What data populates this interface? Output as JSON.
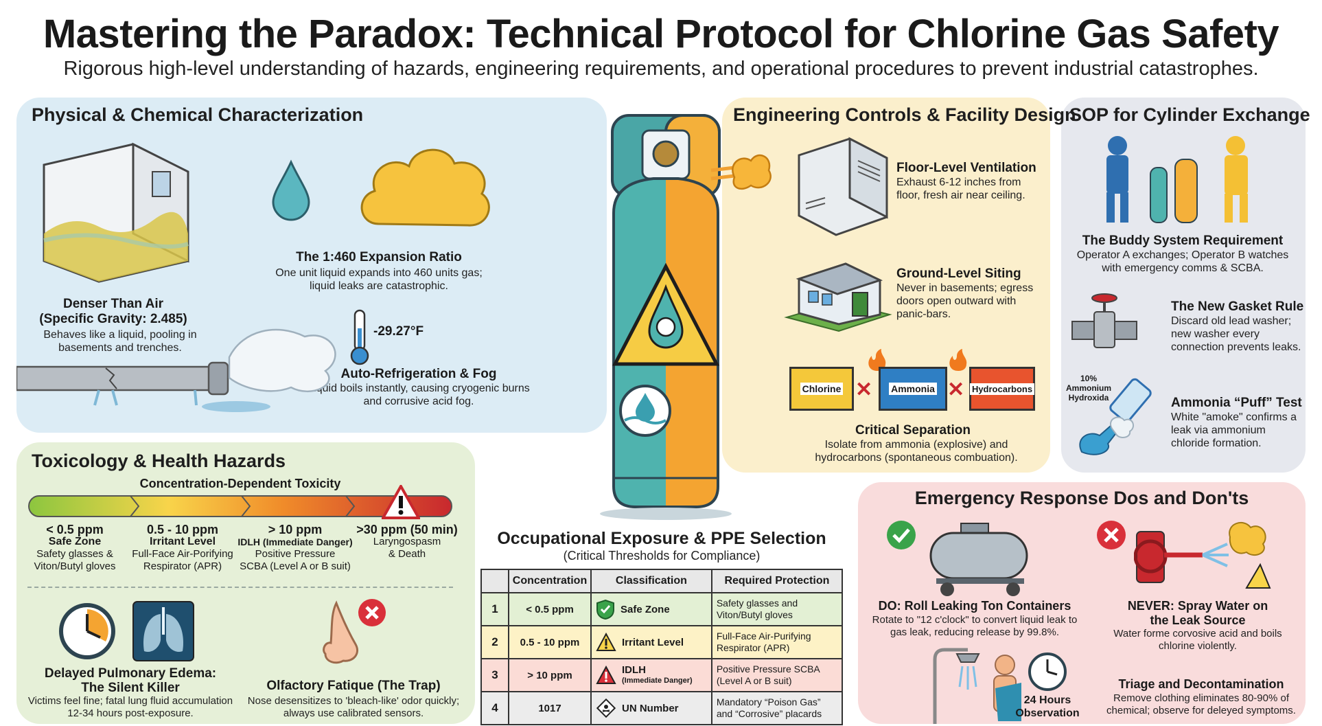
{
  "header": {
    "title": "Mastering the Paradox: Technical Protocol for Chlorine Gas Safety",
    "subtitle": "Rigorous high-level understanding of hazards, engineering requirements, and operational procedures to prevent industrial catastrophes."
  },
  "physical": {
    "title": "Physical & Chemical Characterization",
    "denser": {
      "title": "Denser Than Air\n(Specific Gravity: 2.485)",
      "text": "Behaves like a liquid, pooling in basements and trenches."
    },
    "expansion": {
      "title": "The 1:460 Expansion Ratio",
      "text": "One unit liquid expands into 460 units gas; liquid leaks are catastrophic."
    },
    "temp_label": "-29.27°F",
    "refrig": {
      "title": "Auto-Refrigeration & Fog",
      "text": "Liquid boils instantly, causing cryogenic burns and corrusive acid fog."
    }
  },
  "toxicology": {
    "title": "Toxicology & Health Hazards",
    "bar_title": "Concentration-Dependent Toxicity",
    "levels": [
      {
        "range": "< 0.5 ppm",
        "name": "Safe Zone",
        "text": "Safety glasses &\nViton/Butyl gloves"
      },
      {
        "range": "0.5 - 10 ppm",
        "name": "Irritant Level",
        "text": "Full-Face Air-Porifying\nRespirator (APR)"
      },
      {
        "range": "> 10 ppm",
        "name": "IDLH (Immediate Danger)",
        "text": "Positive Pressure\nSCBA (Level A or B suit)"
      },
      {
        "range": ">30 ppm (50 min)",
        "name": "",
        "text": "Laryngospasm\n& Death"
      }
    ],
    "edema": {
      "title": "Delayed Pulmonary Edema:\nThe Silent Killer",
      "text": "Victims feel fine; fatal lung fluid accumulation 12-34 hours post-exposure."
    },
    "olfactory": {
      "title": "Olfactory Fatique (The Trap)",
      "text": "Nose desensitizes to 'bleach-like' odor quickly; always use calibrated sensors."
    }
  },
  "engineering": {
    "title": "Engineering Controls & Facility Design",
    "ventilation": {
      "title": "Floor-Level Ventilation",
      "text": "Exhaust 6-12 inches from floor, fresh air near ceiling."
    },
    "siting": {
      "title": "Ground-Level Siting",
      "text": "Never in basements; egress doors open outward with panic-bars."
    },
    "containers": [
      "Chlorine",
      "Ammonia",
      "Hydrocarbons"
    ],
    "separation": {
      "title": "Critical Separation",
      "text": "Isolate from ammonia (explosive) and hydrocarbons (spontaneous combuation)."
    }
  },
  "sop": {
    "title": "SOP for Cylinder Exchange",
    "buddy": {
      "title": "The Buddy System Requirement",
      "text": "Operator A exchanges; Operator B watches with emergency comms & SCBA."
    },
    "gasket": {
      "title": "The New Gasket Rule",
      "text": "Discard old lead washer; new washer every connection prevents leaks."
    },
    "bottle_label": "10%\nAmmonium\nHydroxida",
    "puff": {
      "title": "Ammonia “Puff” Test",
      "text": "White \"amoke\" confirms a leak via ammonium chloride formation."
    }
  },
  "occupational": {
    "title": "Occupational Exposure & PPE Selection",
    "subtitle": "(Critical Thresholds for Compliance)",
    "headers": [
      "Concentration",
      "Classification",
      "Required Protection"
    ],
    "rows": [
      {
        "n": "1",
        "conc": "< 0.5 ppm",
        "cls": "Safe Zone",
        "cls_sub": "",
        "prot": "Safety glasses and\nViton/Butyl gloves"
      },
      {
        "n": "2",
        "conc": "0.5 - 10 ppm",
        "cls": "Irritant Level",
        "cls_sub": "",
        "prot": "Full-Face Air-Purifying\nRespirator (APR)"
      },
      {
        "n": "3",
        "conc": "> 10 ppm",
        "cls": "IDLH",
        "cls_sub": "(Immediate Danger)",
        "prot": "Positive Pressure SCBA\n(Level A or B suit)"
      },
      {
        "n": "4",
        "conc": "1017",
        "cls": "UN Number",
        "cls_sub": "",
        "prot": "Mandatory “Poison Gas”\nand “Corrosive” placards"
      }
    ]
  },
  "emergency": {
    "title": "Emergency Response Dos and Don'ts",
    "do": {
      "title": "DO: Roll Leaking Ton Containers",
      "text": "Rotate to \"12 c'clock\" to convert liquid leak to gas leak, reducing release by 99.8%."
    },
    "never": {
      "title": "NEVER: Spray Water on\nthe Leak Source",
      "text": "Water forme corvosive acid and boils chlorine violently."
    },
    "clock_label": "24 Hours\nObservation",
    "triage": {
      "title": "Triage and Decontamination",
      "text": "Remove clothing eliminates 80-90% of chemical; observe for deleyed symptoms."
    }
  },
  "colors": {
    "teal": "#3f9fa5",
    "orange": "#f4a431",
    "green": "#8cc63f",
    "yellow": "#f8d44a",
    "red": "#c8282e",
    "blue": "#2f7fc4"
  }
}
